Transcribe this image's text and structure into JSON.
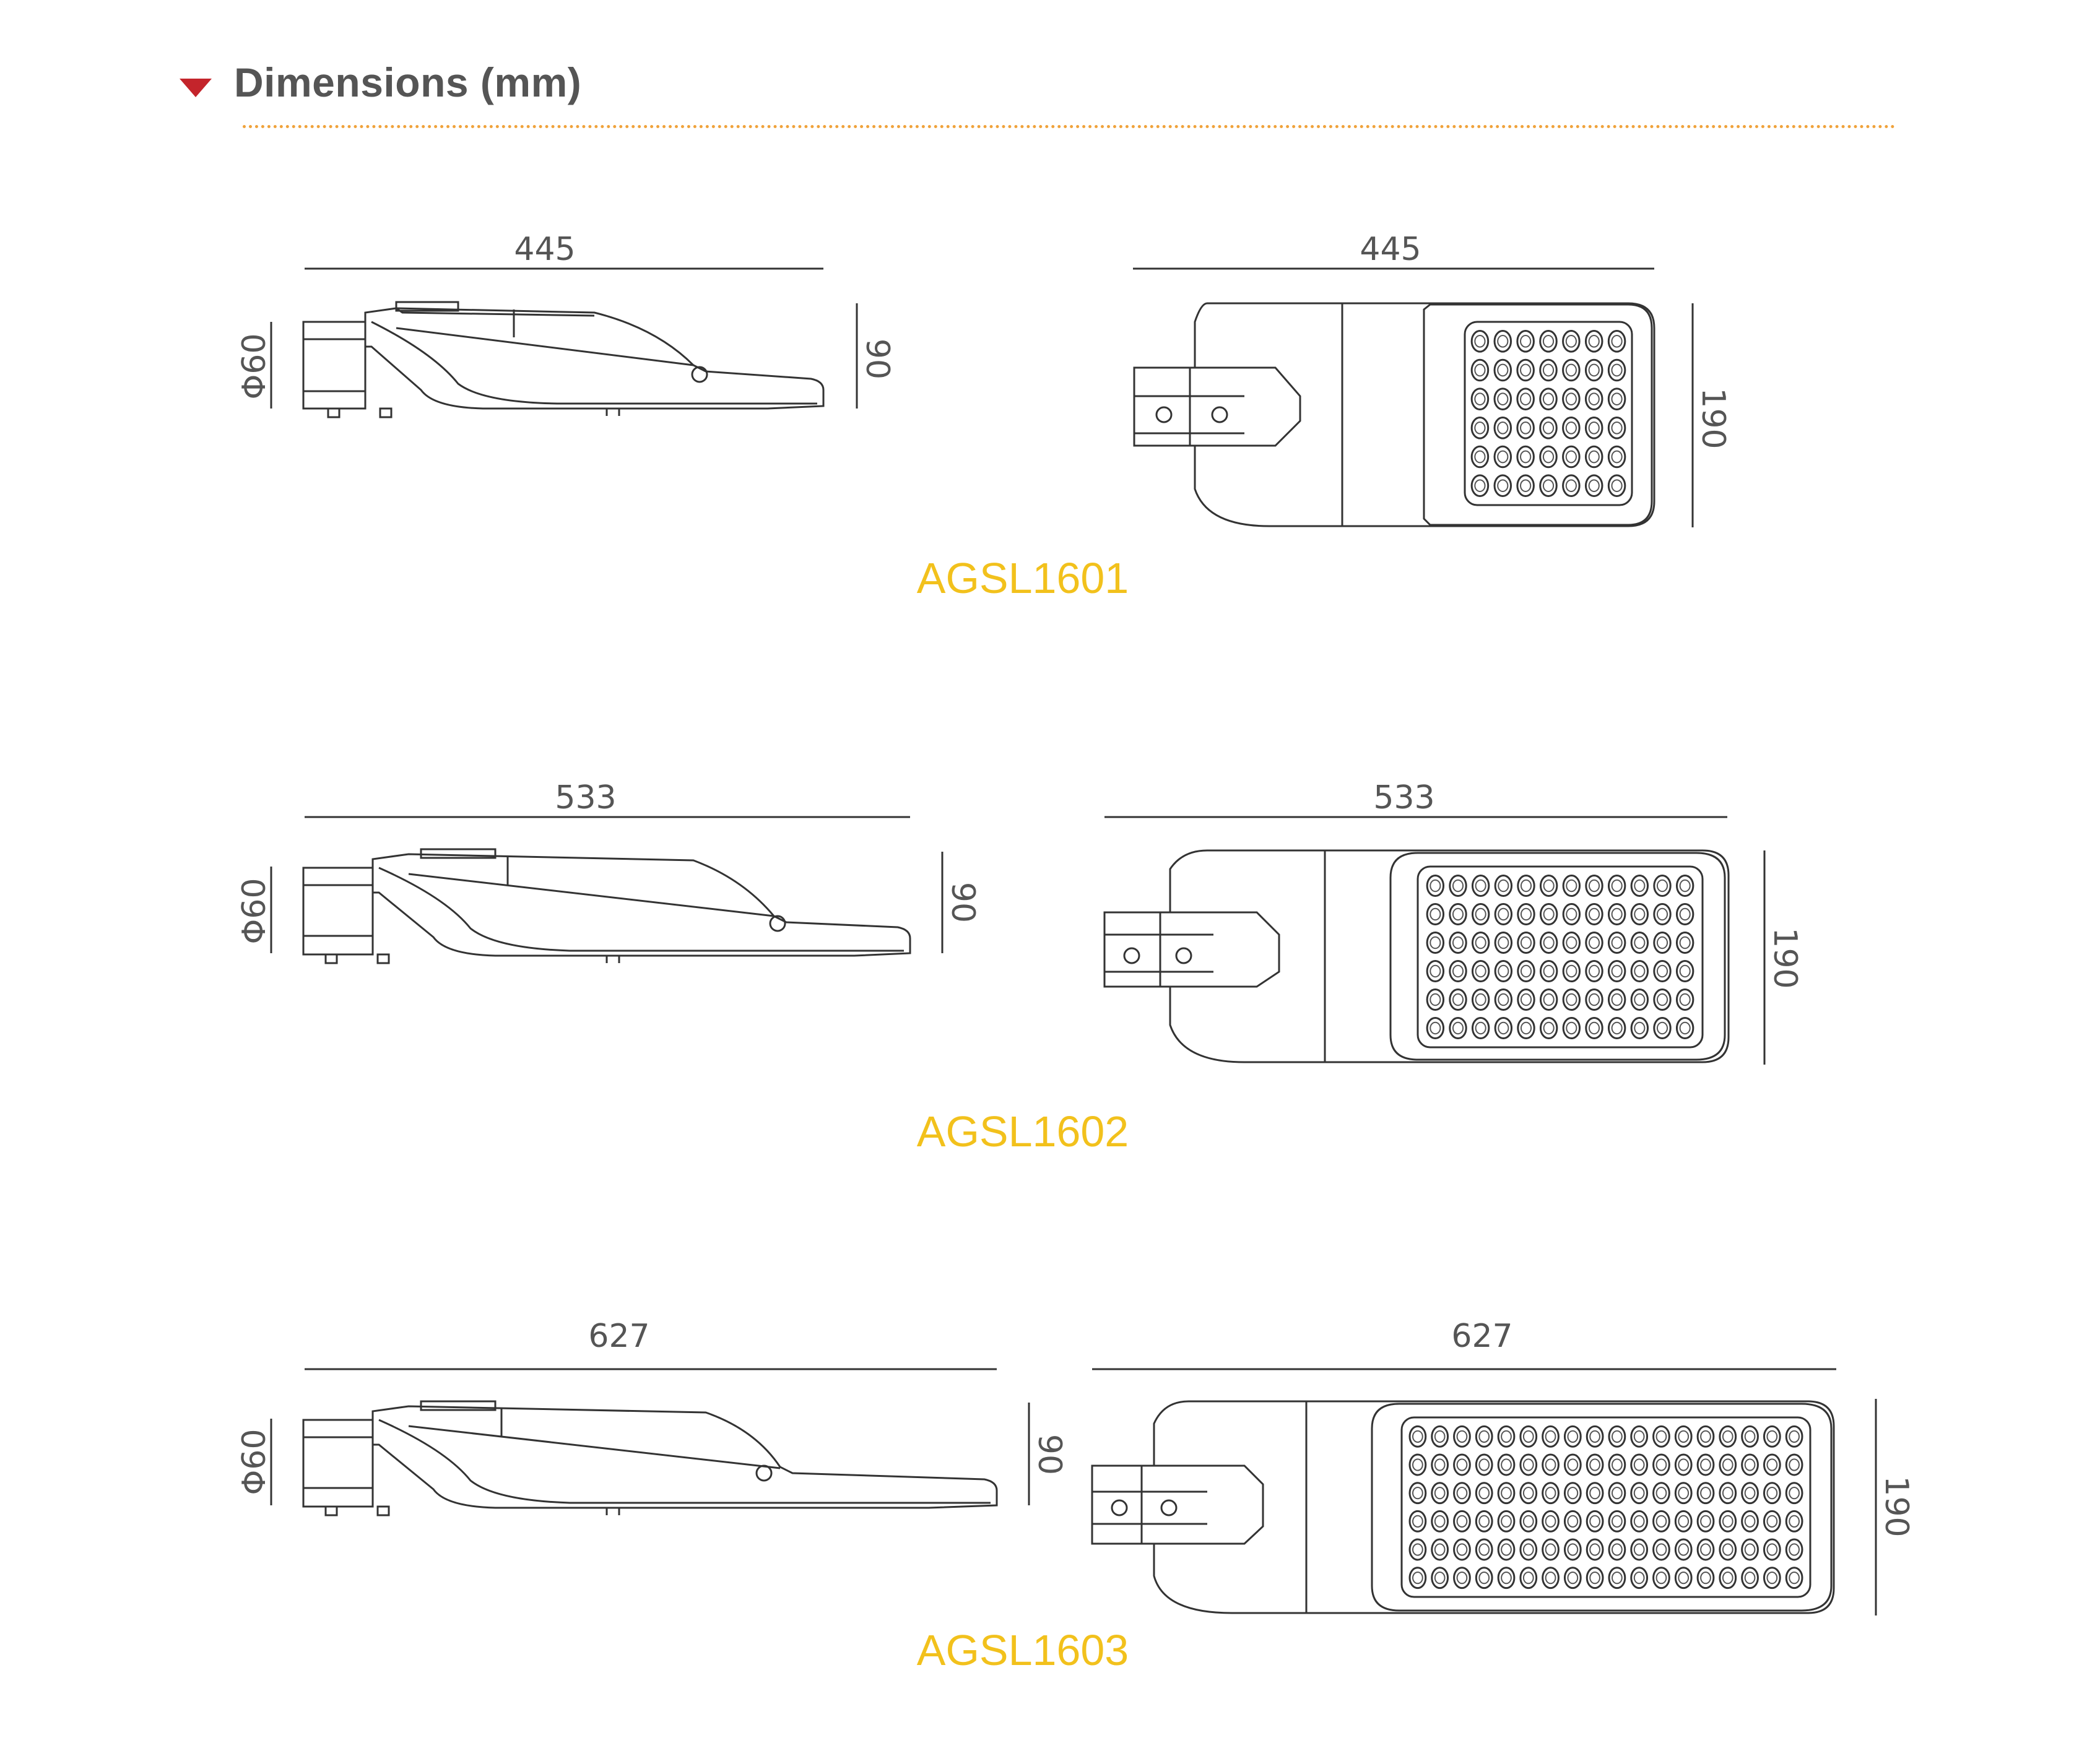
{
  "header": {
    "title": "Dimensions (mm)",
    "accent_color": "#c4242b",
    "rule_color": "#f0a23a",
    "icon": "triangle-down-icon"
  },
  "models": [
    {
      "name": "AGSL1601",
      "length": "445",
      "height": "90",
      "pole_diameter": "Φ60",
      "width": "190",
      "led_cols": 7,
      "led_rows": 6
    },
    {
      "name": "AGSL1602",
      "length": "533",
      "height": "90",
      "pole_diameter": "Φ60",
      "width": "190",
      "led_cols": 12,
      "led_rows": 6
    },
    {
      "name": "AGSL1603",
      "length": "627",
      "height": "90",
      "pole_diameter": "Φ60",
      "width": "190",
      "led_cols": 18,
      "led_rows": 6
    }
  ],
  "colors": {
    "model_label": "#f2c11c",
    "line": "#333333",
    "dimension_text": "#555555"
  }
}
